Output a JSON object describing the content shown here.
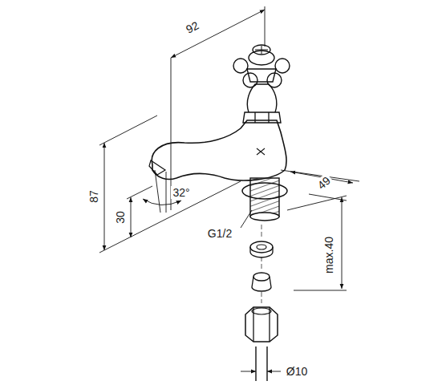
{
  "diagram": {
    "labels": [
      "92",
      "87",
      "30",
      "32°",
      "49",
      "G1/2",
      "max.40",
      "Ø10"
    ]
  }
}
